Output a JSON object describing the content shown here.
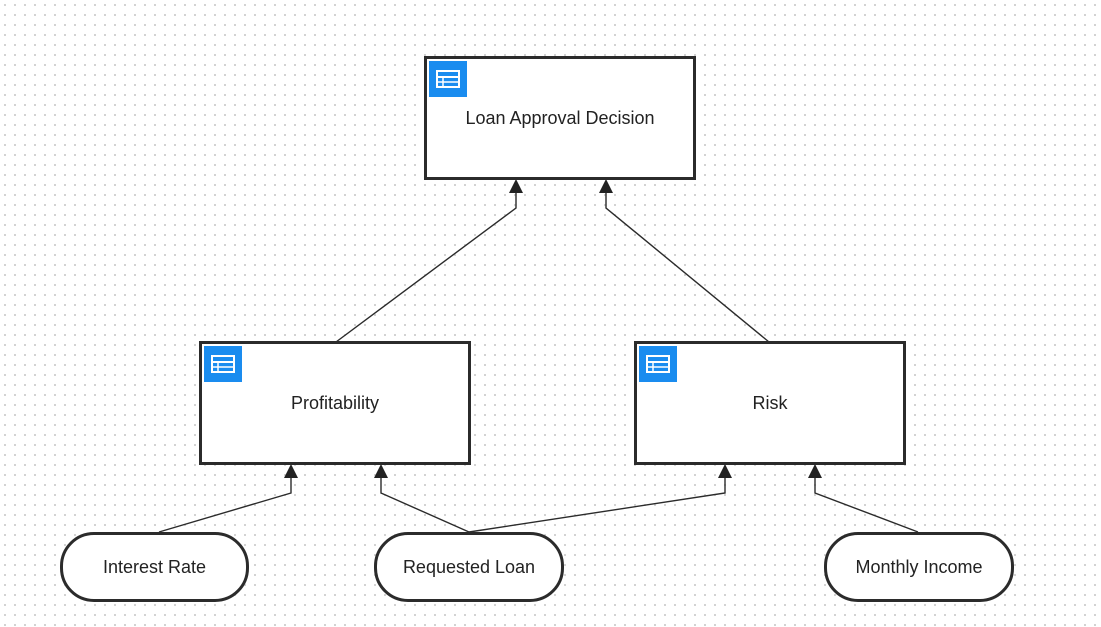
{
  "diagram": {
    "colors": {
      "background": "#ffffff",
      "grid_dot": "#cfcfcf",
      "stroke": "#2b2b2b",
      "icon_background": "#1a8cef",
      "icon_foreground": "#ffffff"
    },
    "decisions": [
      {
        "id": "loan-approval-decision",
        "label": "Loan Approval Decision",
        "icon": "decision-table-icon"
      },
      {
        "id": "profitability",
        "label": "Profitability",
        "icon": "decision-table-icon"
      },
      {
        "id": "risk",
        "label": "Risk",
        "icon": "decision-table-icon"
      }
    ],
    "inputs": [
      {
        "id": "interest-rate",
        "label": "Interest Rate"
      },
      {
        "id": "requested-loan",
        "label": "Requested Loan"
      },
      {
        "id": "monthly-income",
        "label": "Monthly Income"
      }
    ],
    "requirements": [
      {
        "from": "profitability",
        "to": "loan-approval-decision"
      },
      {
        "from": "risk",
        "to": "loan-approval-decision"
      },
      {
        "from": "interest-rate",
        "to": "profitability"
      },
      {
        "from": "requested-loan",
        "to": "profitability"
      },
      {
        "from": "requested-loan",
        "to": "risk"
      },
      {
        "from": "monthly-income",
        "to": "risk"
      }
    ]
  }
}
